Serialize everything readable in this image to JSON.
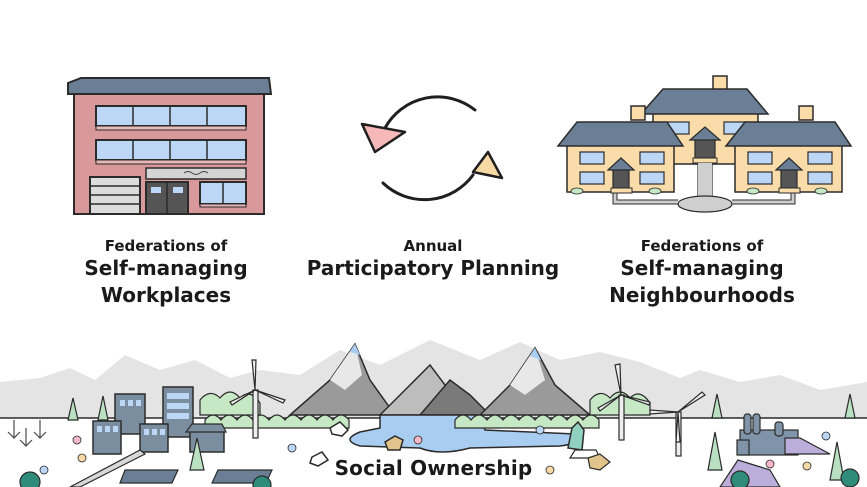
{
  "left": {
    "icon": "workplace-building-icon",
    "subtitle": "Federations of",
    "title_line1": "Self-managing",
    "title_line2": "Workplaces"
  },
  "center": {
    "icon": "cycle-arrows-icon",
    "subtitle": "Annual",
    "title": "Participatory Planning"
  },
  "right": {
    "icon": "neighbourhood-houses-icon",
    "subtitle": "Federations of",
    "title_line1": "Self-managing",
    "title_line2": "Neighbourhoods"
  },
  "landscape": {
    "icon": "landscape-illustration",
    "title": "Social Ownership"
  },
  "colors": {
    "building_wall": "#d9999a",
    "roof": "#6a7f95",
    "window": "#bcd7f5",
    "house_wall": "#f9dcaa",
    "arrow_pink": "#f6b8b8",
    "arrow_yellow": "#f7d9a6",
    "mountain_bg": "#e4e4e4",
    "water": "#a9cdf0",
    "bush": "#c7e8c4",
    "tree_dark": "#2f8c7a",
    "city": "#7b8ea0",
    "factory": "#7f94a8",
    "lavender": "#bcaedb"
  }
}
